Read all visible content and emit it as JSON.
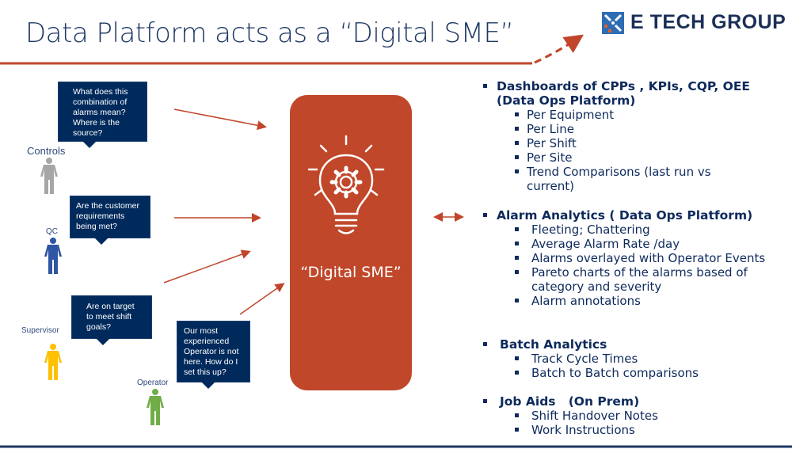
{
  "title": "Data Platform acts as a “Digital SME”",
  "logo": {
    "text": "E TECH GROUP"
  },
  "colors": {
    "accent": "#c0472a",
    "navy": "#002a5c",
    "title": "#1f3864"
  },
  "personas": [
    {
      "label": "Controls",
      "question": "What does this combination of alarms mean? Where is the source?",
      "color": "#a6a6a6"
    },
    {
      "label": "QC",
      "question": "Are the customer requirements being met?",
      "color": "#2f55a4"
    },
    {
      "label": "Supervisor",
      "question": "Are on target to meet shift goals?",
      "color": "#ffc000"
    },
    {
      "label": "Operator",
      "question": "Our most experienced Operator is not here. How do I set this up?",
      "color": "#70ad47"
    }
  ],
  "center": {
    "label": "“Digital SME”"
  },
  "sections": [
    {
      "title": "Dashboards of  CPPs , KPIs, CQP, OEE (Data Ops Platform)",
      "items": [
        "Per Equipment",
        "Per Line",
        "Per Shift",
        "Per Site",
        "Trend Comparisons (last run vs current)"
      ]
    },
    {
      "title": "Alarm Analytics ( Data Ops Platform)",
      "items": [
        "Fleeting; Chattering",
        "Average Alarm Rate /day",
        "Alarms overlayed with Operator Events",
        "Pareto charts of the alarms based of category and severity",
        "Alarm annotations"
      ]
    },
    {
      "title": "Batch Analytics",
      "items": [
        "Track Cycle Times",
        "Batch to Batch comparisons"
      ]
    },
    {
      "title": "Job Aids   (On Prem)",
      "items": [
        "Shift Handover Notes",
        "Work Instructions"
      ]
    }
  ]
}
